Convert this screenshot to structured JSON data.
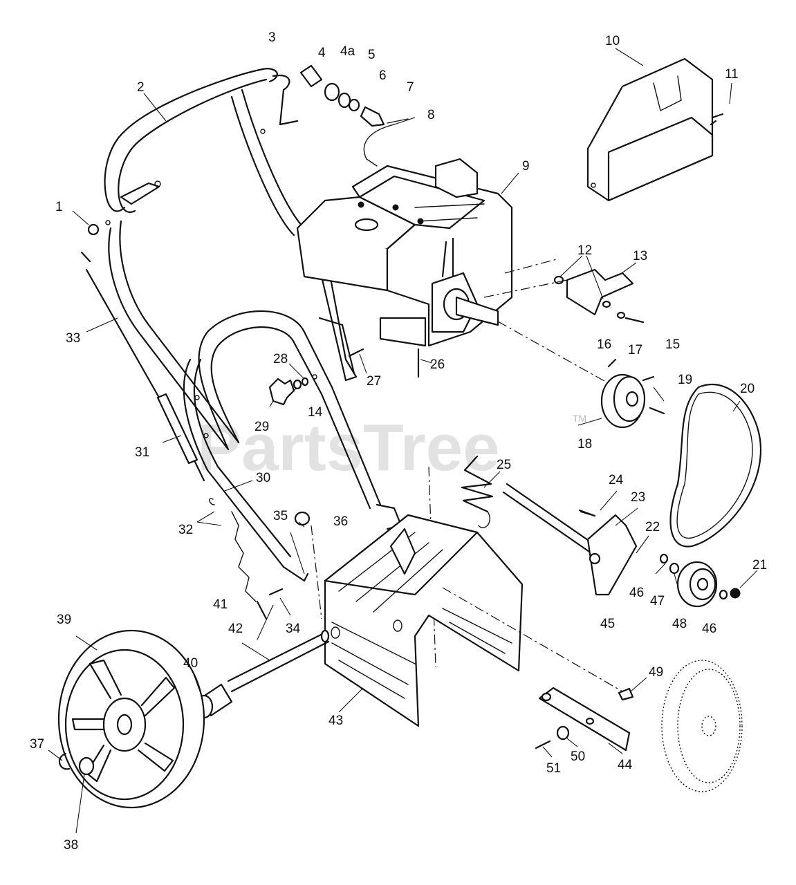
{
  "watermark": {
    "text": "PartsTree",
    "trademark": "TM"
  },
  "parts": [
    {
      "id": "p1",
      "label": "1"
    },
    {
      "id": "p2",
      "label": "2"
    },
    {
      "id": "p3",
      "label": "3"
    },
    {
      "id": "p4",
      "label": "4"
    },
    {
      "id": "p4a",
      "label": "4a"
    },
    {
      "id": "p5",
      "label": "5"
    },
    {
      "id": "p6",
      "label": "6"
    },
    {
      "id": "p7",
      "label": "7"
    },
    {
      "id": "p8",
      "label": "8"
    },
    {
      "id": "p9",
      "label": "9"
    },
    {
      "id": "p10",
      "label": "10"
    },
    {
      "id": "p11",
      "label": "11"
    },
    {
      "id": "p12",
      "label": "12"
    },
    {
      "id": "p13",
      "label": "13"
    },
    {
      "id": "p14",
      "label": "14"
    },
    {
      "id": "p15",
      "label": "15"
    },
    {
      "id": "p16",
      "label": "16"
    },
    {
      "id": "p17",
      "label": "17"
    },
    {
      "id": "p18",
      "label": "18"
    },
    {
      "id": "p19",
      "label": "19"
    },
    {
      "id": "p20",
      "label": "20"
    },
    {
      "id": "p21",
      "label": "21"
    },
    {
      "id": "p22",
      "label": "22"
    },
    {
      "id": "p23",
      "label": "23"
    },
    {
      "id": "p24",
      "label": "24"
    },
    {
      "id": "p25",
      "label": "25"
    },
    {
      "id": "p26",
      "label": "26"
    },
    {
      "id": "p27",
      "label": "27"
    },
    {
      "id": "p28",
      "label": "28"
    },
    {
      "id": "p29",
      "label": "29"
    },
    {
      "id": "p30",
      "label": "30"
    },
    {
      "id": "p31",
      "label": "31"
    },
    {
      "id": "p32",
      "label": "32"
    },
    {
      "id": "p33",
      "label": "33"
    },
    {
      "id": "p34",
      "label": "34"
    },
    {
      "id": "p35",
      "label": "35"
    },
    {
      "id": "p36",
      "label": "36"
    },
    {
      "id": "p37",
      "label": "37"
    },
    {
      "id": "p38",
      "label": "38"
    },
    {
      "id": "p39",
      "label": "39"
    },
    {
      "id": "p40",
      "label": "40"
    },
    {
      "id": "p41",
      "label": "41"
    },
    {
      "id": "p42",
      "label": "42"
    },
    {
      "id": "p43",
      "label": "43"
    },
    {
      "id": "p44",
      "label": "44"
    },
    {
      "id": "p45",
      "label": "45"
    },
    {
      "id": "p46a",
      "label": "46"
    },
    {
      "id": "p46b",
      "label": "46"
    },
    {
      "id": "p47",
      "label": "47"
    },
    {
      "id": "p48",
      "label": "48"
    },
    {
      "id": "p49",
      "label": "49"
    },
    {
      "id": "p50",
      "label": "50"
    },
    {
      "id": "p51",
      "label": "51"
    }
  ]
}
